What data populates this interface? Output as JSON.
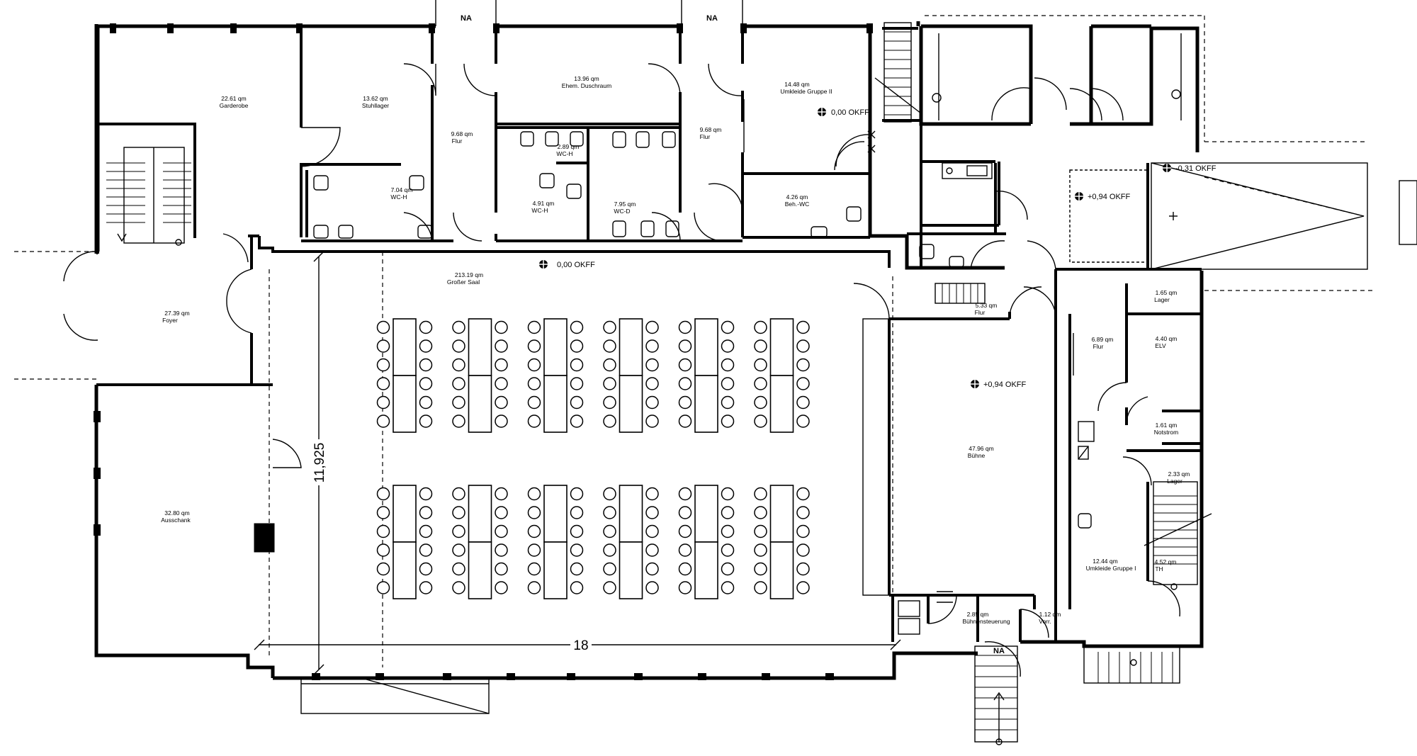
{
  "rooms": {
    "garderobe": {
      "area": "22.61 qm",
      "name": "Garderobe"
    },
    "stuhllager": {
      "area": "13.62 qm",
      "name": "Stuhllager"
    },
    "duschraum": {
      "area": "13.96 qm",
      "name": "Ehem. Duschraum"
    },
    "umkleide2": {
      "area": "14.48 qm",
      "name": "Umkleide Gruppe II"
    },
    "flur_left": {
      "area": "9.68 qm",
      "name": "Flur"
    },
    "flur_right": {
      "area": "9.68 qm",
      "name": "Flur"
    },
    "wc_h1": {
      "area": "2.89 qm",
      "name": "WC-H"
    },
    "wc_h2": {
      "area": "7.04 qm",
      "name": "WC-H"
    },
    "wc_h3": {
      "area": "4.91 qm",
      "name": "WC-H"
    },
    "wc_d": {
      "area": "7.95 qm",
      "name": "WC-D"
    },
    "beh_wc": {
      "area": "4.26 qm",
      "name": "Beh.-WC"
    },
    "saal": {
      "area": "213.19 qm",
      "name": "Großer Saal"
    },
    "foyer": {
      "area": "27.39 qm",
      "name": "Foyer"
    },
    "ausschank": {
      "area": "32.80 qm",
      "name": "Ausschank"
    },
    "flur_stage": {
      "area": "5.33 qm",
      "name": "Flur"
    },
    "buehne": {
      "area": "47.96 qm",
      "name": "Bühne"
    },
    "lager1": {
      "area": "1.65 qm",
      "name": "Lager"
    },
    "flur_back": {
      "area": "6.89 qm",
      "name": "Flur"
    },
    "elv": {
      "area": "4.40 qm",
      "name": "ELV"
    },
    "notstrom": {
      "area": "1.61 qm",
      "name": "Notstrom"
    },
    "lager2": {
      "area": "2.33 qm",
      "name": "Lager"
    },
    "umkleide1": {
      "area": "12.44 qm",
      "name": "Umkleide Gruppe I"
    },
    "th": {
      "area": "4.52 qm",
      "name": "TH"
    },
    "buehnensteuerung": {
      "area": "2.85 qm",
      "name": "Bühnensteuerung"
    },
    "vorr": {
      "area": "1.12 qm",
      "name": "Vorr."
    }
  },
  "levels": {
    "okff_saal": "0,00 OKFF",
    "okff_umkleide": "0,00 OKFF",
    "okff_stage": "+0,94 OKFF",
    "okff_ramp_top": "+0,94 OKFF",
    "okff_ramp_low": "-0,31 OKFF"
  },
  "dimensions": {
    "height": "11,925",
    "width": "18"
  },
  "exits": {
    "na_1": "NA",
    "na_2": "NA",
    "na_3": "NA"
  },
  "seating": {
    "table_blocks_per_row": 6,
    "block_rows": 2,
    "tables_per_block": 2,
    "chairs_per_side": 6
  }
}
